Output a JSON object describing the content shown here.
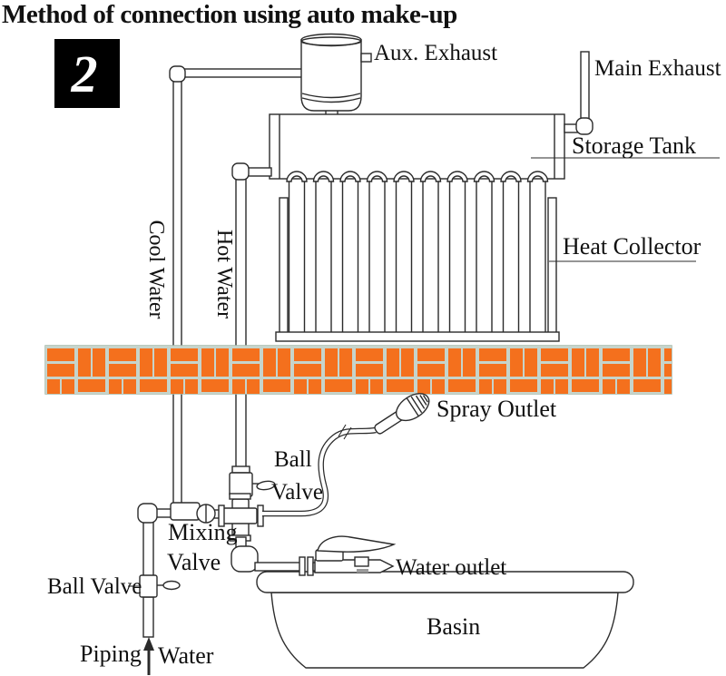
{
  "title": "Method of connection using auto make-up",
  "figure_number": "2",
  "labels": {
    "aux_exhaust": "Aux. Exhaust",
    "main_exhaust": "Main Exhaust",
    "storage_tank": "Storage Tank",
    "heat_collector": "Heat Collector",
    "cool_water": "Cool Water",
    "hot_water": "Hot Water",
    "spray_outlet": "Spray Outlet",
    "ball_valve_upper_line1": "Ball",
    "ball_valve_upper_line2": "Valve",
    "mixing_valve_line1": "Mixing",
    "mixing_valve_line2": "Valve",
    "ball_valve_lower": "Ball Valve",
    "water_outlet": "Water outlet",
    "basin": "Basin",
    "piping_water_left": "Piping",
    "piping_water_right": "Water"
  },
  "colors": {
    "brick": "#f4701d",
    "mortar": "#c6d4cb",
    "line": "#2b2b2b"
  }
}
